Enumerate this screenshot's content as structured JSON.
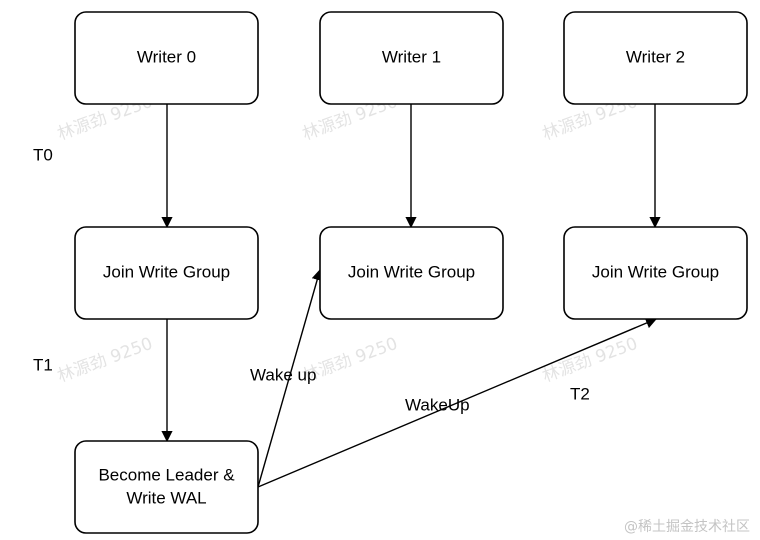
{
  "nodes": {
    "writer0": "Writer 0",
    "writer1": "Writer 1",
    "writer2": "Writer 2",
    "join0": "Join Write Group",
    "join1": "Join Write Group",
    "join2": "Join Write Group",
    "leader_line1": "Become Leader &",
    "leader_line2": "Write WAL"
  },
  "labels": {
    "t0": "T0",
    "t1": "T1",
    "t2": "T2",
    "wake_up": "Wake up",
    "wakeup": "WakeUp"
  },
  "watermarks": {
    "author": "林源劲 9250",
    "site": "@稀土掘金技术社区"
  },
  "colors": {
    "stroke": "#000000",
    "fill": "#ffffff",
    "watermark": "#d8d8d8"
  }
}
